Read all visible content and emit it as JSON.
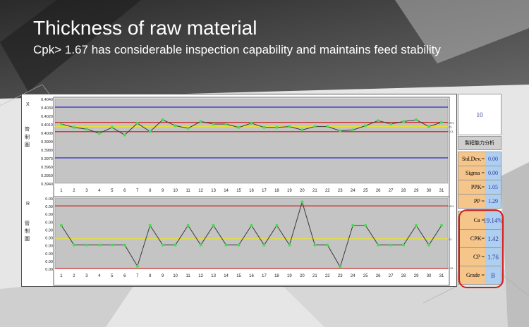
{
  "slide": {
    "title": "Thickness of raw material",
    "subtitle": "Cpk> 1.67 has considerable inspection capability and maintains feed stability"
  },
  "colors": {
    "ucl_lcl": "#cc2b2b",
    "spec": "#2a2acc",
    "cl": "#e7e03a",
    "series": "#3a3a3a",
    "point": "#43e04a",
    "plot_bg": "#c4c4c4"
  },
  "chart_data": [
    {
      "type": "line",
      "ylabel": "X",
      "y_title": "管制圖",
      "x": [
        1,
        2,
        3,
        4,
        5,
        6,
        7,
        8,
        9,
        10,
        11,
        12,
        13,
        14,
        15,
        16,
        17,
        18,
        19,
        20,
        21,
        22,
        23,
        24,
        25,
        26,
        27,
        28,
        29,
        30,
        31
      ],
      "y_ticks": [
        "0.4040",
        "0.4030",
        "0.4020",
        "0.4010",
        "0.4000",
        "0.3990",
        "0.3980",
        "0.3970",
        "0.3960",
        "0.3950",
        "0.3940"
      ],
      "ylim": [
        0.394,
        0.404
      ],
      "lines": {
        "upper_spec": 0.403,
        "ucl": 0.4012,
        "cl": 0.4007,
        "lcl": 0.4001,
        "lower_spec": 0.397
      },
      "line_labels": {
        "ucl": "UCL",
        "cl": "CL",
        "lcl": "LCL"
      },
      "series": [
        {
          "values": [
            0.401,
            0.4006,
            0.4004,
            0.3999,
            0.4006,
            0.3997,
            0.4011,
            0.4001,
            0.4015,
            0.4008,
            0.4005,
            0.4013,
            0.401,
            0.401,
            0.4006,
            0.4011,
            0.4006,
            0.4006,
            0.4007,
            0.4003,
            0.4007,
            0.4007,
            0.4002,
            0.4003,
            0.4008,
            0.4014,
            0.401,
            0.4013,
            0.4015,
            0.4007,
            0.4012
          ]
        }
      ]
    },
    {
      "type": "line",
      "ylabel": "R",
      "y_title": "管制圖",
      "x": [
        1,
        2,
        3,
        4,
        5,
        6,
        7,
        8,
        9,
        10,
        11,
        12,
        13,
        14,
        15,
        16,
        17,
        18,
        19,
        20,
        21,
        22,
        23,
        24,
        25,
        26,
        27,
        28,
        29,
        30,
        31
      ],
      "y_ticks": [
        "0.00",
        "0.00",
        "0.00",
        "0.00",
        "0.00",
        "0.00",
        "0.00",
        "0.00",
        "0.00",
        "0.00"
      ],
      "ylim": [
        0,
        9
      ],
      "lines": {
        "ucl": 8,
        "cl": 3.8,
        "lcl": 0
      },
      "line_labels": {
        "ucl": "UCL",
        "cl": "CL",
        "lcl": "LCL"
      },
      "series": [
        {
          "values": [
            5.5,
            3,
            3,
            3,
            3,
            3,
            0.3,
            5.5,
            3,
            3,
            5.5,
            3,
            5.5,
            3,
            3,
            5.5,
            3,
            5.5,
            3,
            8.5,
            3,
            3,
            0.2,
            5.5,
            5.5,
            3,
            3,
            3,
            5.5,
            3,
            5.5
          ]
        }
      ]
    }
  ],
  "side_panel": {
    "header_value": "10",
    "section_title": "製程能力分析",
    "rows": [
      {
        "label": "Std.Dev.=",
        "value": "0.00"
      },
      {
        "label": "Sigma =",
        "value": "0.00"
      },
      {
        "label": "PPK=",
        "value": "1.05"
      },
      {
        "label": "PP =",
        "value": "1.29"
      }
    ],
    "highlight_rows": [
      {
        "label": "Ca =",
        "value": "19.14%"
      },
      {
        "label": "CPK=",
        "value": "1.42"
      },
      {
        "label": "CP =",
        "value": "1.76"
      },
      {
        "label": "Grade =",
        "value": "B"
      }
    ]
  }
}
